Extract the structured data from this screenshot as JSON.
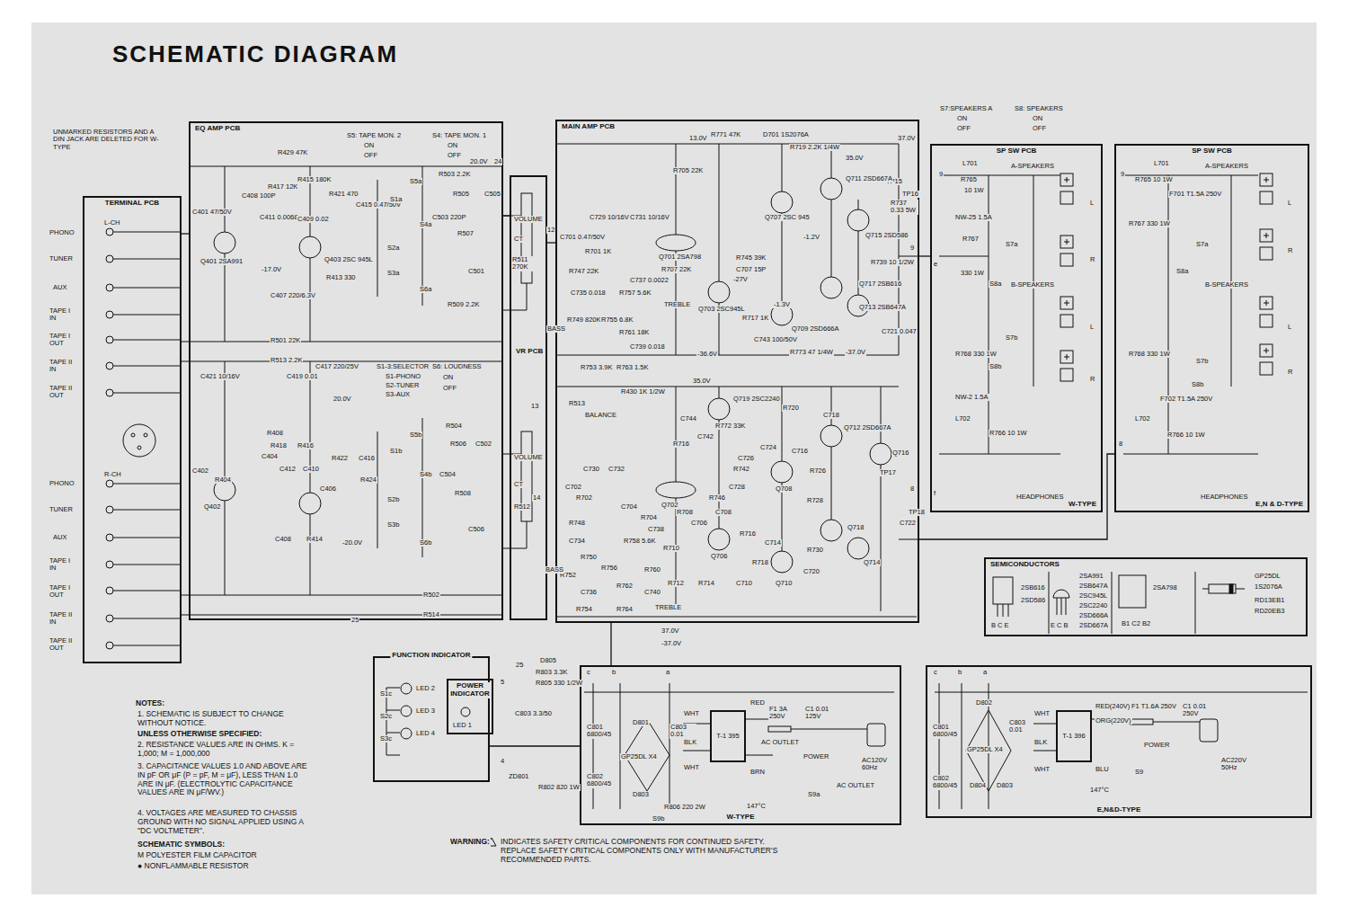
{
  "diagram": {
    "title": "SCHEMATIC DIAGRAM",
    "nodes": [
      {
        "text": [
          "TERMINAL PCB"
        ]
      },
      {
        "text": [
          "EQ AMP PCB"
        ]
      },
      {
        "text": [
          "VR PCB"
        ]
      },
      {
        "text": [
          "MAIN AMP PCB"
        ]
      },
      {
        "text": [
          "SP SW PCB",
          "W-TYPE"
        ]
      },
      {
        "text": [
          "SP SW PCB",
          "E,N & D-TYPE"
        ]
      },
      {
        "text": [
          "SEMICONDUCTORS"
        ]
      },
      {
        "text": [
          "FUNCTION INDICATOR"
        ]
      },
      {
        "text": [
          "POWER INDICATOR"
        ],
        "in": 7
      },
      {
        "text": [
          "W-TYPE"
        ]
      },
      {
        "text": [
          "T-1 395"
        ],
        "in": 9
      },
      {
        "text": [
          "E,N&D-TYPE"
        ]
      },
      {
        "text": [
          "T-1 396"
        ],
        "in": 11
      }
    ],
    "edges": [
      {
        "from": 0,
        "to": 1,
        "arrow": "none"
      },
      {
        "from": 1,
        "to": 2,
        "arrow": "none"
      },
      {
        "from": 2,
        "to": 3,
        "arrow": "none"
      },
      {
        "from": 3,
        "to": 4,
        "arrow": "none"
      },
      {
        "from": 3,
        "to": 5,
        "arrow": "none"
      },
      {
        "from": 9,
        "to": 3,
        "arrow": "none"
      },
      {
        "from": 7,
        "to": 9,
        "arrow": "none"
      }
    ],
    "labels": [
      "UNMARKED RESISTORS AND A DIN JACK ARE DELETED FOR W-TYPE",
      "PHONO",
      "TUNER",
      "AUX",
      "TAPE I IN",
      "TAPE I OUT",
      "TAPE II IN",
      "TAPE II OUT",
      "PHONO",
      "TUNER",
      "AUX",
      "TAPE I IN",
      "TAPE I OUT",
      "TAPE II IN",
      "TAPE II OUT",
      "L-CH",
      "R-CH",
      "R501 22K",
      "R513 2.2K",
      "R502",
      "R514",
      "R429 47K",
      "Q401 2SA991",
      "Q403 2SC 945L",
      "C401 47/50V",
      "C408 100P",
      "R417 12K",
      "R415 180K",
      "R421 470",
      "C415 0.47/50V",
      "C411 0.0068",
      "C409 0.02",
      "C407 220/6.3V",
      "R413 330",
      "-17.0V",
      "C421 10/16V",
      "C419 0.01",
      "C417 220/25V",
      "Q402",
      "C402",
      "R404",
      "R408",
      "R418",
      "R416",
      "C404",
      "C412",
      "C410",
      "R422",
      "C416",
      "C406",
      "R424",
      "C408",
      "R414",
      "-20.0V",
      "20.0V",
      "S1-3:SELECTOR",
      "S1-PHONO",
      "S2-TUNER",
      "S3-AUX",
      "S6: LOUDNESS",
      "ON",
      "OFF",
      "S5: TAPE MON. 2",
      "ON",
      "OFF",
      "S4: TAPE MON. 1",
      "ON",
      "OFF",
      "20.0V",
      "24",
      "S5a",
      "S1a",
      "S4a",
      "S2a",
      "S3a",
      "S6a",
      "R503 2.2K",
      "R505",
      "C503 220P",
      "R507",
      "C505",
      "C501",
      "R509 2.2K",
      "S5b",
      "S1b",
      "S4b",
      "S2b",
      "S3b",
      "S6b",
      "R504",
      "R506",
      "C502",
      "C504",
      "R508",
      "C506",
      "25",
      "VOLUME",
      "CT",
      "R511 270K",
      "VOLUME",
      "CT",
      "R512",
      "12",
      "13",
      "14",
      "13.0V",
      "R771 47K",
      "D701 1S2076A",
      "R719 2.2K 1/4W",
      "35.0V",
      "37.0V",
      "TP15",
      "TP16",
      "Q701 2SA798",
      "R707 22K",
      "R705 22K",
      "C701 0.47/50V",
      "C729 10/16V",
      "C731 10/16V",
      "C737 0.0022",
      "R701 1K",
      "R747 22K",
      "C735 0.018",
      "R757 5.6K",
      "R749 820K",
      "R755 6.8K",
      "R761 18K",
      "C739 0.018",
      "R763 1.5K",
      "R753 3.9K",
      "BASS",
      "TREBLE",
      "Q703 2SC945L",
      "R717 1K",
      "-27V",
      "C707 15P",
      "R745 39K",
      "Q707 2SC 945",
      "-1.2V",
      "Q711 2SD667A",
      "Q715 2SD586",
      "Q717 2SB616",
      "Q713 2SB647A",
      "Q709 2SD666A",
      "-1.3V",
      "R737 0.33 5W",
      "R739 10 1/2W",
      "C721 0.047",
      "-36.6V",
      "C743 100/50V",
      "R773 47 1/4W",
      "-37.0V",
      "R430 1K 1/2W",
      "BALANCE",
      "R513",
      "35.0V",
      "Q719 2SC2240",
      "R772 33K",
      "C744",
      "C742",
      "R716",
      "R720",
      "C718",
      "Q712 2SD667A",
      "Q716",
      "TP17",
      "TP18",
      "Q702",
      "C730",
      "C732",
      "C702",
      "R702",
      "C704",
      "R704",
      "R708",
      "C706",
      "R746",
      "C728",
      "C726",
      "R742",
      "C724",
      "Q708",
      "R726",
      "C716",
      "C708",
      "Q706",
      "R716",
      "R712",
      "R714",
      "R718",
      "C710",
      "C714",
      "Q710",
      "R728",
      "R730",
      "Q718",
      "Q714",
      "C720",
      "C722",
      "R748",
      "C734",
      "R750",
      "R752",
      "C736",
      "R754",
      "R756",
      "R758 5.6K",
      "C738",
      "R760",
      "R762",
      "R764",
      "C740",
      "BASS",
      "TREBLE",
      "R710",
      "37.0V",
      "-37.0V",
      "9",
      "e",
      "8",
      "f",
      "S7:SPEAKERS A",
      "ON",
      "OFF",
      "S8: SPEAKERS",
      "ON",
      "OFF",
      "9",
      "L701",
      "R765",
      "10 1W",
      "NW-25 1.5A",
      "R767",
      "330 1W",
      "A-SPEAKERS",
      "L",
      "R",
      "B-SPEAKERS",
      "L",
      "R",
      "S7a",
      "S8a",
      "S7b",
      "S8b",
      "R768 330 1W",
      "NW-2 1.5A",
      "L702",
      "R766 10 1W",
      "HEADPHONES",
      "L701",
      "R765 10 1W",
      "F701 T1.5A 250V",
      "R767 330 1W",
      "S7a",
      "S8a",
      "A-SPEAKERS",
      "L",
      "R",
      "B-SPEAKERS",
      "L",
      "R",
      "R768 330 1W",
      "S7b",
      "S8b",
      "F702 T1.5A 250V",
      "L702",
      "R766 10 1W",
      "9",
      "8",
      "HEADPHONES",
      "2SB616",
      "2SD586",
      "B C E",
      "2SA991",
      "2SB647A",
      "2SC945L",
      "2SC2240",
      "2SD666A",
      "2SD667A",
      "E C B",
      "2SA798",
      "B1 C2 B2",
      "GP25DL",
      "1S2076A",
      "RD13EB1",
      "RD20EB3",
      "S1c",
      "S2c",
      "S3c",
      "LED 2",
      "LED 3",
      "LED 4",
      "LED 1",
      "5",
      "4",
      "25",
      "R803 3.3K",
      "D805",
      "R805 330 1/2W",
      "C803 3.3/50",
      "ZD801",
      "R802 820 1W",
      "R806 220 2W",
      "S9b",
      "c",
      "b",
      "a",
      "C801 6800/45",
      "D801",
      "GP25DL X4",
      "D803",
      "C802 6800/45",
      "C803 0.01",
      "WHT",
      "RED",
      "BLK",
      "WHT",
      "BRN",
      "147°C",
      "F1 3A 250V",
      "C1 0.01 125V",
      "POWER",
      "S9a",
      "AC OUTLET",
      "AC OUTLET",
      "AC120V 60Hz",
      "c",
      "b",
      "a",
      "C801 6800/45",
      "D802",
      "GP25DL X4",
      "D804",
      "D803",
      "C802 6800/45",
      "C803 0.01",
      "WHT",
      "RED(240V)",
      "ORG(220V)",
      "BLK",
      "WHT",
      "BLU",
      "147°C",
      "F1 T1.6A 250V",
      "C1 0.01 250V",
      "POWER",
      "S9",
      "AC220V 50Hz",
      "NOTES:",
      "1. SCHEMATIC IS SUBJECT TO CHANGE WITHOUT NOTICE.",
      "UNLESS OTHERWISE SPECIFIED:",
      "2. RESISTANCE VALUES ARE IN OHMS. K = 1,000; M = 1,000,000",
      "3. CAPACITANCE VALUES 1.0 AND ABOVE ARE IN pF OR μF (P = pF, M = μF), LESS THAN 1.0 ARE IN μF. (ELECTROLYTIC CAPACITANCE VALUES ARE IN μF/WV.)",
      "4. VOLTAGES ARE MEASURED TO CHASSIS GROUND WITH NO SIGNAL APPLIED USING A \"DC VOLTMETER\".",
      "SCHEMATIC SYMBOLS:",
      "M POLYESTER FILM CAPACITOR",
      "● NONFLAMMABLE RESISTOR",
      "WARNING:",
      "INDICATES SAFETY CRITICAL COMPONENTS FOR CONTINUED SAFETY. REPLACE SAFETY CRITICAL COMPONENTS ONLY WITH MANUFACTURER'S RECOMMENDED PARTS."
    ]
  }
}
